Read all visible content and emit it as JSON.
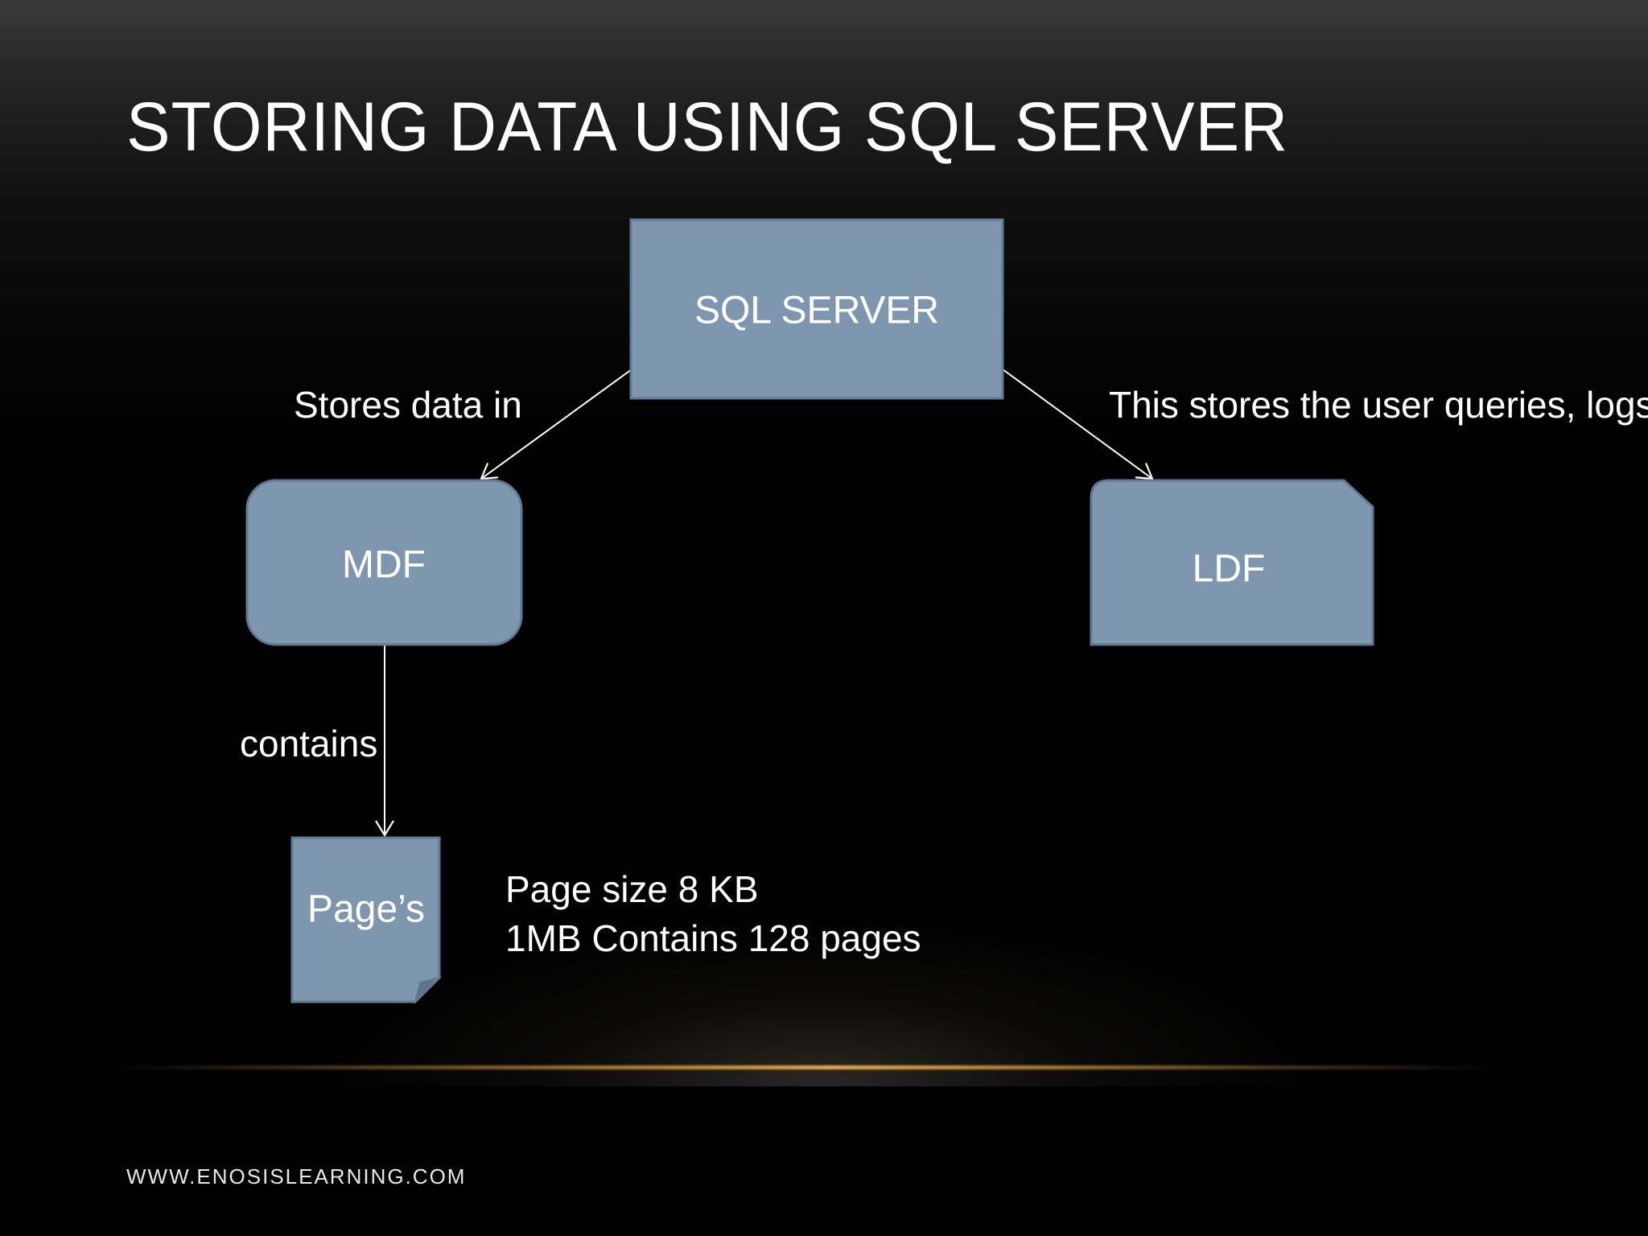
{
  "slide": {
    "title": "STORING DATA USING SQL SERVER",
    "footer": "WWW.ENOSISLEARNING.COM"
  },
  "diagram": {
    "nodes": {
      "sql_server": "SQL SERVER",
      "mdf": "MDF",
      "ldf": "LDF",
      "pages": "Page’s"
    },
    "edges": {
      "stores_data_in": "Stores data in",
      "stores_queries_logs": "This stores the user queries, logs",
      "contains": "contains"
    },
    "notes": {
      "page_size": "Page size 8 KB",
      "mb_pages": "1MB Contains 128 pages"
    },
    "colors": {
      "node_fill": "#7f97ae",
      "node_stroke": "#5f7a92",
      "connector": "#ffffff",
      "accent_line": "#e2aa55"
    }
  }
}
